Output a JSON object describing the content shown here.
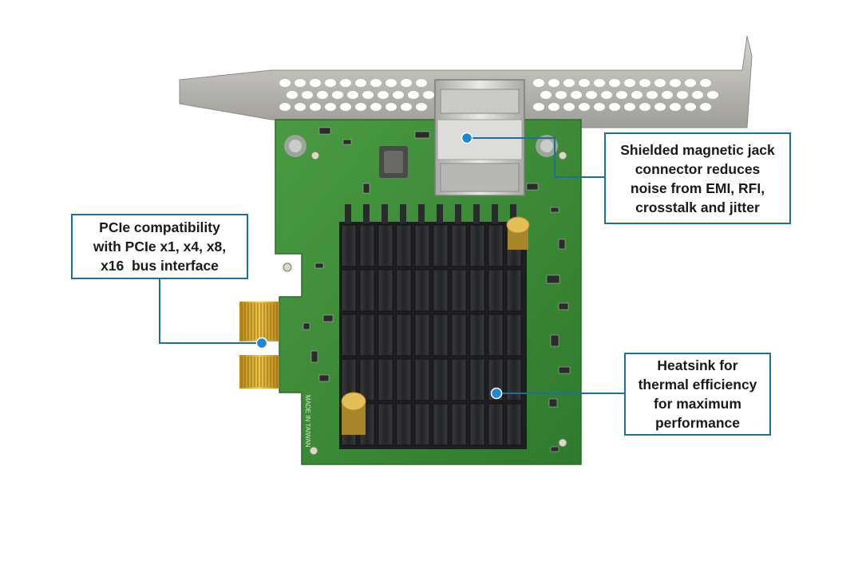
{
  "callouts": {
    "jack": {
      "lines": [
        "Shielded magnetic jack",
        "connector reduces",
        "noise from EMI, RFI,",
        "crosstalk and jitter"
      ]
    },
    "pcie": {
      "lines": [
        "PCIe compatibility",
        "with PCIe x1, x4, x8,",
        "x16  bus interface"
      ]
    },
    "heatsink": {
      "lines": [
        "Heatsink for",
        "thermal efficiency",
        "for maximum",
        "performance"
      ]
    }
  },
  "board_silkscreen": {
    "made_in": "MADE IN TAIWAN"
  },
  "colors": {
    "callout_border": "#1f6f9e",
    "leader_line": "#1f6f9e",
    "marker_dot": "#1e88d6",
    "pcb_green": "#3f8f3a",
    "heatsink": "#2c2d2f",
    "bracket": "#b9b8b3",
    "gold_contacts": "#d7a421"
  }
}
